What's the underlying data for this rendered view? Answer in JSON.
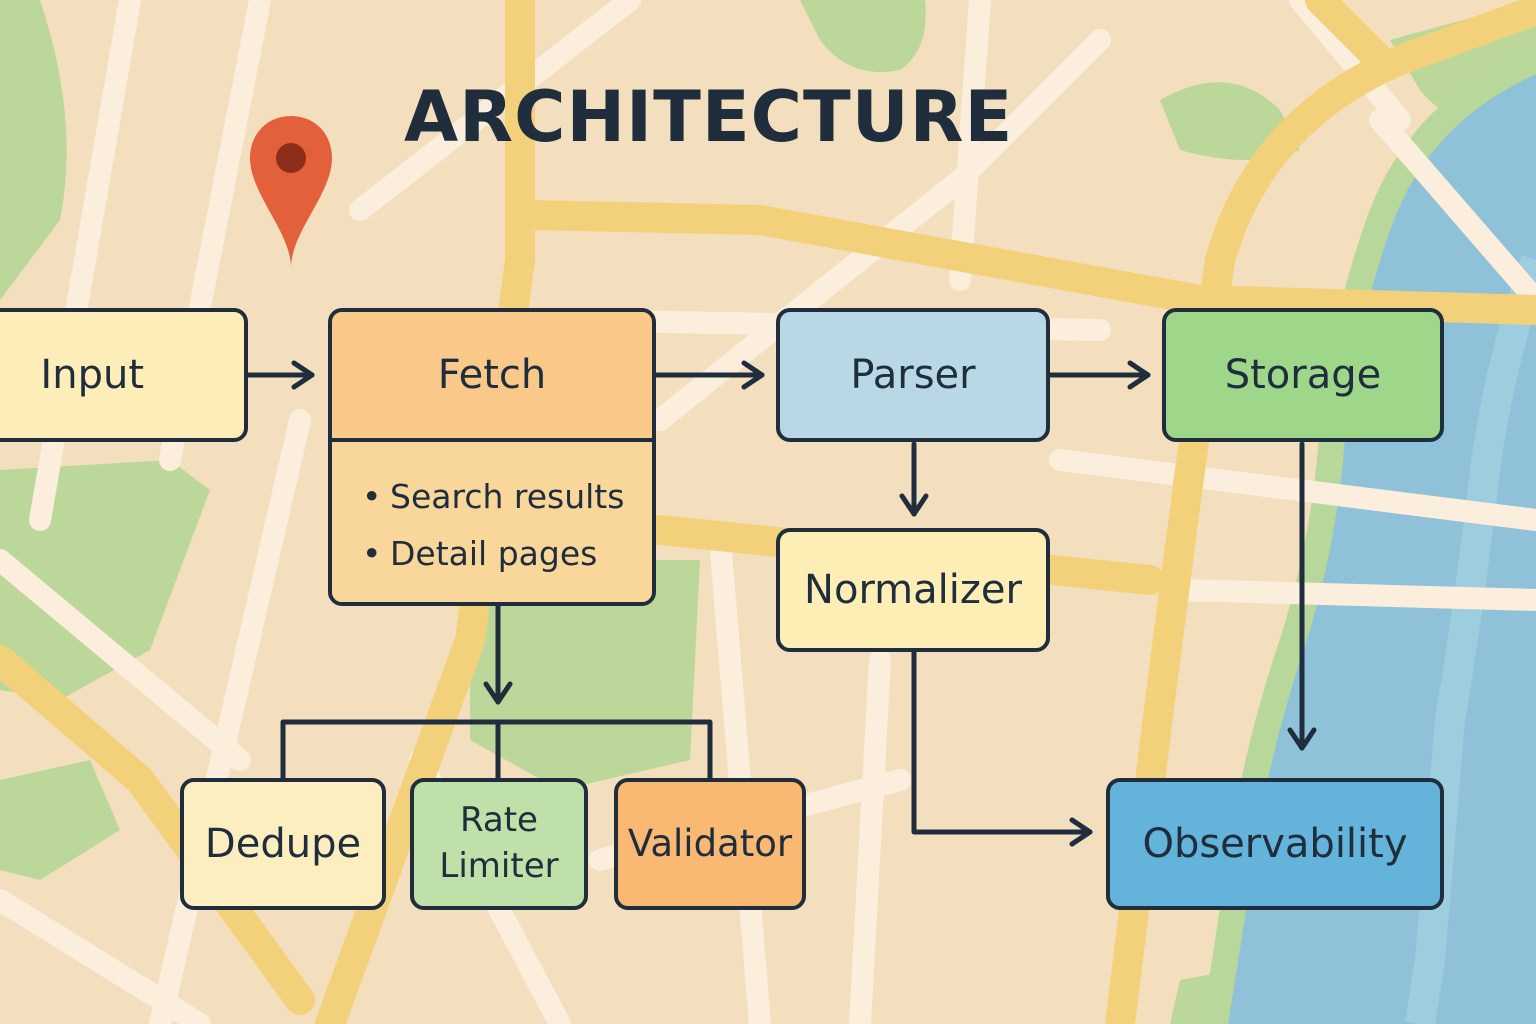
{
  "title": "ARCHITECTURE",
  "colors": {
    "ink": "#1f2d3d",
    "input": "#fdedb8",
    "fetch_header": "#f9c98a",
    "fetch_body": "#f9d69a",
    "parser": "#b9d8e6",
    "storage": "#9ed68a",
    "normalizer": "#fdeeb6",
    "dedupe": "#fdeec0",
    "rate_limiter": "#bfe0a8",
    "validator": "#f9b973",
    "observability": "#63b3da",
    "pin": "#e2603a",
    "map_land": "#f3dfbd",
    "map_park": "#bcd79a",
    "map_water": "#8fc2d8",
    "map_road_major": "#f3d17a"
  },
  "nodes": {
    "input": "Input",
    "fetch": {
      "label": "Fetch",
      "items": [
        "Search results",
        "Detail pages"
      ]
    },
    "parser": "Parser",
    "storage": "Storage",
    "normalizer": "Normalizer",
    "dedupe": "Dedupe",
    "rate_limiter": "Rate\nLimiter",
    "validator": "Validator",
    "observability": "Observability"
  },
  "edges": [
    {
      "from": "input",
      "to": "fetch"
    },
    {
      "from": "fetch",
      "to": "parser"
    },
    {
      "from": "parser",
      "to": "storage"
    },
    {
      "from": "parser",
      "to": "normalizer"
    },
    {
      "from": "fetch",
      "to": [
        "dedupe",
        "rate_limiter",
        "validator"
      ]
    },
    {
      "from": "normalizer",
      "to": "observability"
    },
    {
      "from": "storage",
      "to": "observability"
    }
  ],
  "icons": {
    "pin": "map-pin-icon"
  }
}
